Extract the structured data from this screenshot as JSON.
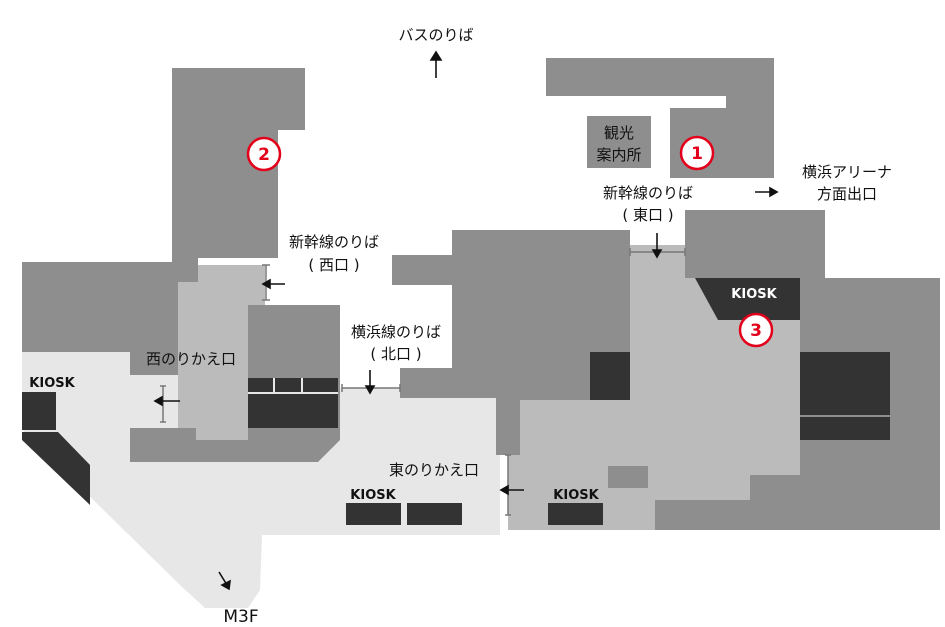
{
  "labels": {
    "bus_stop": "バスのりば",
    "info_center_1": "観光",
    "info_center_2": "案内所",
    "shinkansen_east_1": "新幹線のりば",
    "shinkansen_east_2": "( 東口 )",
    "yokohama_arena_1": "横浜アリーナ",
    "yokohama_arena_2": "方面出口",
    "shinkansen_west_1": "新幹線のりば",
    "shinkansen_west_2": "( 西口 )",
    "yokohama_line_1": "横浜線のりば",
    "yokohama_line_2": "( 北口 )",
    "west_transfer": "西のりかえ口",
    "east_transfer": "東のりかえ口",
    "m3f": "M3F"
  },
  "kiosks": [
    "KIOSK",
    "KIOSK",
    "KIOSK",
    "KIOSK"
  ],
  "markers": [
    "1",
    "2",
    "3"
  ],
  "colors": {
    "dark_block": "#333333",
    "mid_grey": "#8e8e8e",
    "light_grey": "#bbbbbb",
    "concourse": "#e7e7e7",
    "marker_red": "#e3001b"
  }
}
